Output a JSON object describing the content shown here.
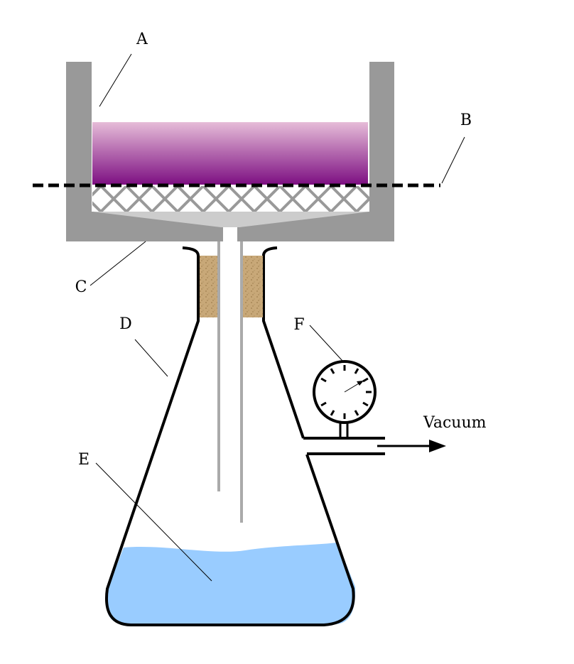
{
  "labels": {
    "a": "A",
    "b": "B",
    "c": "C",
    "d": "D",
    "e": "E",
    "f": "F",
    "vacuum": "Vacuum"
  },
  "colors": {
    "funnel": "#999999",
    "cake_top": "#e6bcd8",
    "cake_bottom": "#7d0f82",
    "liquid": "#99ccff",
    "stopper": "#c8a878",
    "mesh": "#999999",
    "flask_outline": "#000000"
  }
}
